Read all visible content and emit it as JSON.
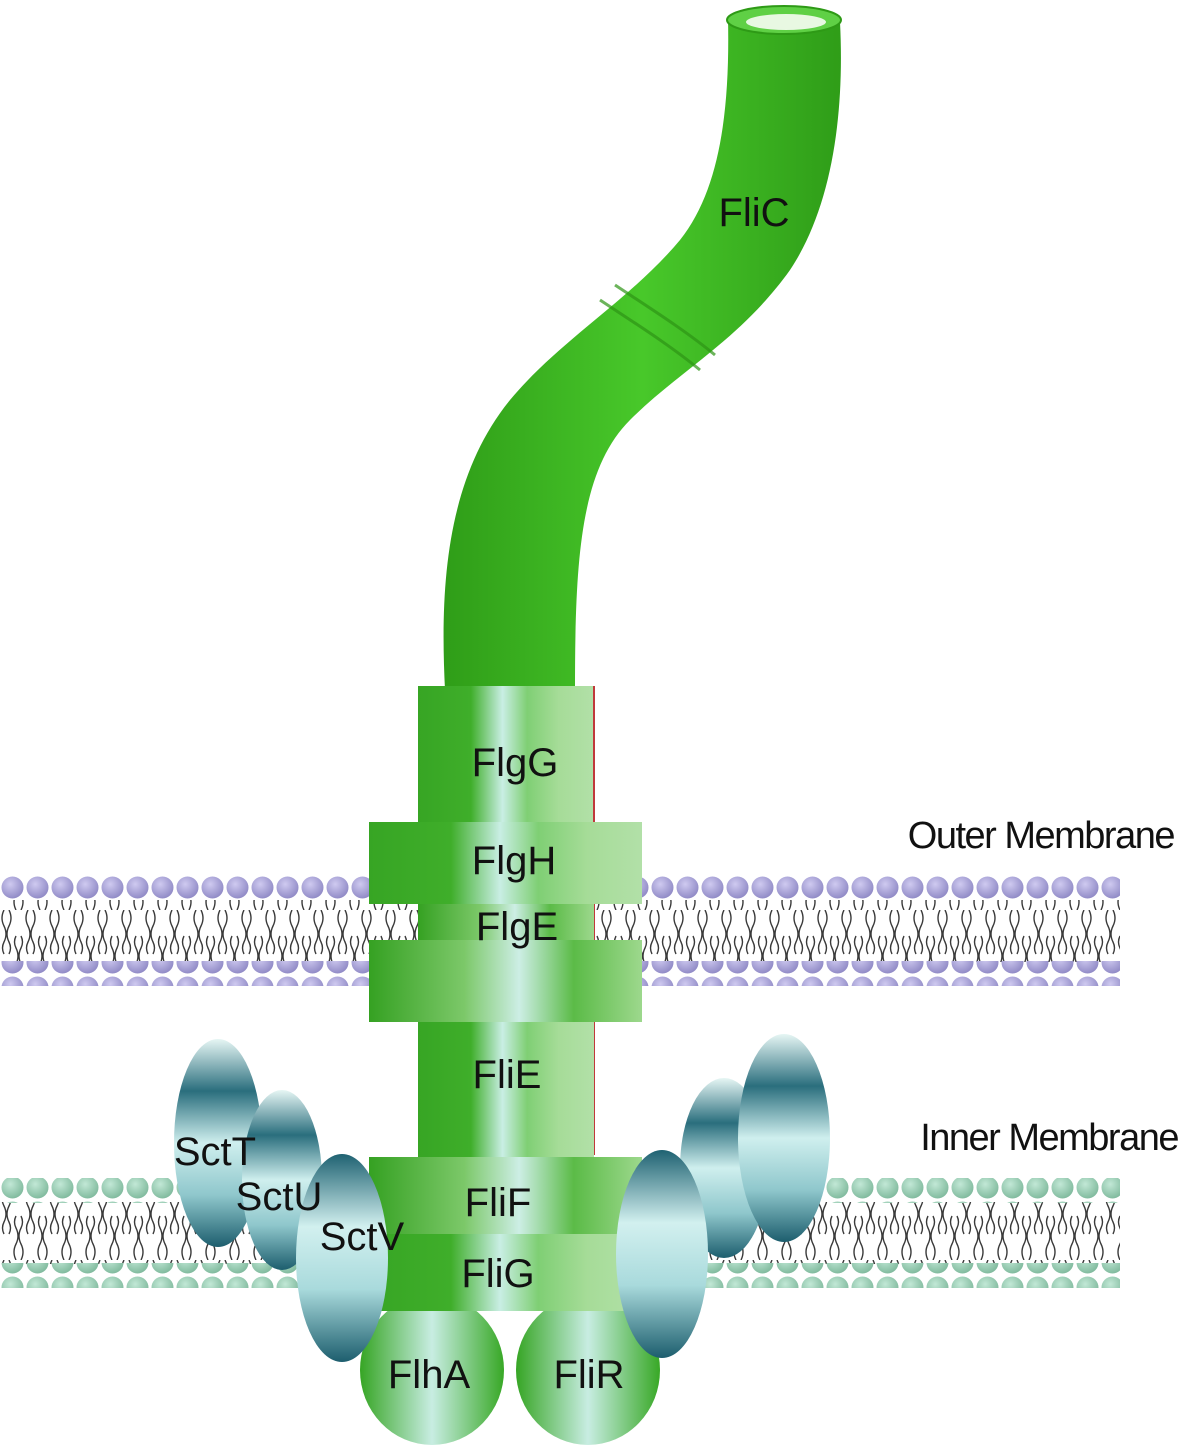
{
  "labels": {
    "flic": "FliC",
    "flgg": "FlgG",
    "flgh": "FlgH",
    "flge": "FlgE",
    "flie": "FliE",
    "flif": "FliF",
    "flig": "FliG",
    "flha": "FlhA",
    "flir": "FliR",
    "sctt": "SctT",
    "sctu": "SctU",
    "sctv": "SctV",
    "outer_membrane": "Outer Membrane",
    "inner_membrane": "Inner Membrane"
  },
  "colors": {
    "filament_green": "#3dbb22",
    "protein_green": "#38a826",
    "protein_highlight": "#c8eee6",
    "teal_dark": "#1d5e6e",
    "teal_light": "#cfefee",
    "outer_head": "#a49fd4",
    "inner_head": "#8ec9ad",
    "lipid_tail": "#333333"
  }
}
